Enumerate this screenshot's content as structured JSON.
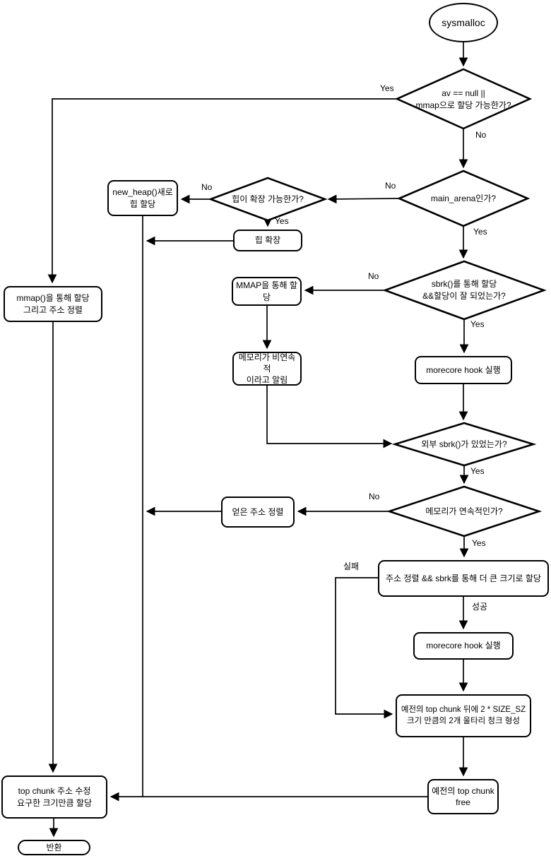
{
  "colors": {
    "stroke": "#000000",
    "shape_fill": "#ffffff",
    "text": "#000000",
    "background": "#ffffff"
  },
  "nodes": {
    "start": {
      "label": "sysmalloc",
      "type": "terminator"
    },
    "decision_mmap": {
      "label": "av == null ||\nmmap으로 할당 가능한가?",
      "type": "decision"
    },
    "decision_main_arena": {
      "label": "main_arena인가?",
      "type": "decision"
    },
    "decision_heap_expand": {
      "label": "힙이 확장 가능한가?",
      "type": "decision"
    },
    "new_heap": {
      "label": "new_heap()새로\n힙 할당",
      "type": "process"
    },
    "heap_expand": {
      "label": "힙 확장",
      "type": "process"
    },
    "mmap_alloc": {
      "label": "mmap()을 통해 할당\n그리고 주소 정렬",
      "type": "process"
    },
    "decision_sbrk": {
      "label": "sbrk()를 통해 할당\n&&할당이 잘 되었는가?",
      "type": "decision"
    },
    "mmap_fallback": {
      "label": "MMAP을 통해 할당",
      "type": "process"
    },
    "morecore_hook_1": {
      "label": "morecore hook 실행",
      "type": "process"
    },
    "noncontiguous_notice": {
      "label": "메모리가 비연속적\n이라고 알림",
      "type": "process"
    },
    "decision_foreign_sbrk": {
      "label": "외부 sbrk()가 있었는가?",
      "type": "decision"
    },
    "decision_contiguous": {
      "label": "메모리가 연속적인가?",
      "type": "decision"
    },
    "align_address": {
      "label": "얻은 주소 정렬",
      "type": "process"
    },
    "align_and_sbrk": {
      "label": "주소 정렬 && sbrk를 통해 더 큰 크기로 할당",
      "type": "process"
    },
    "morecore_hook_2": {
      "label": "morecore hook 실행",
      "type": "process"
    },
    "fence_chunks": {
      "label": "예전의 top chunk 뒤에 2 * SIZE_SZ\n크기 만큼의 2개 울타리 청크 형성",
      "type": "process"
    },
    "free_old_top": {
      "label": "예전의 top chunk\nfree",
      "type": "process"
    },
    "fix_top_chunk": {
      "label": "top chunk 주소 수정\n요구한 크기만큼 할당",
      "type": "process"
    },
    "return": {
      "label": "반환",
      "type": "terminator"
    }
  },
  "edge_labels": {
    "mmap_yes": "Yes",
    "mmap_no": "No",
    "main_arena_no": "No",
    "main_arena_yes": "Yes",
    "heap_expand_no": "No",
    "heap_expand_yes": "Yes",
    "sbrk_no": "No",
    "sbrk_yes": "Yes",
    "foreign_sbrk_yes": "Yes",
    "contiguous_no": "No",
    "contiguous_yes": "Yes",
    "fail": "실패",
    "success": "성공"
  }
}
